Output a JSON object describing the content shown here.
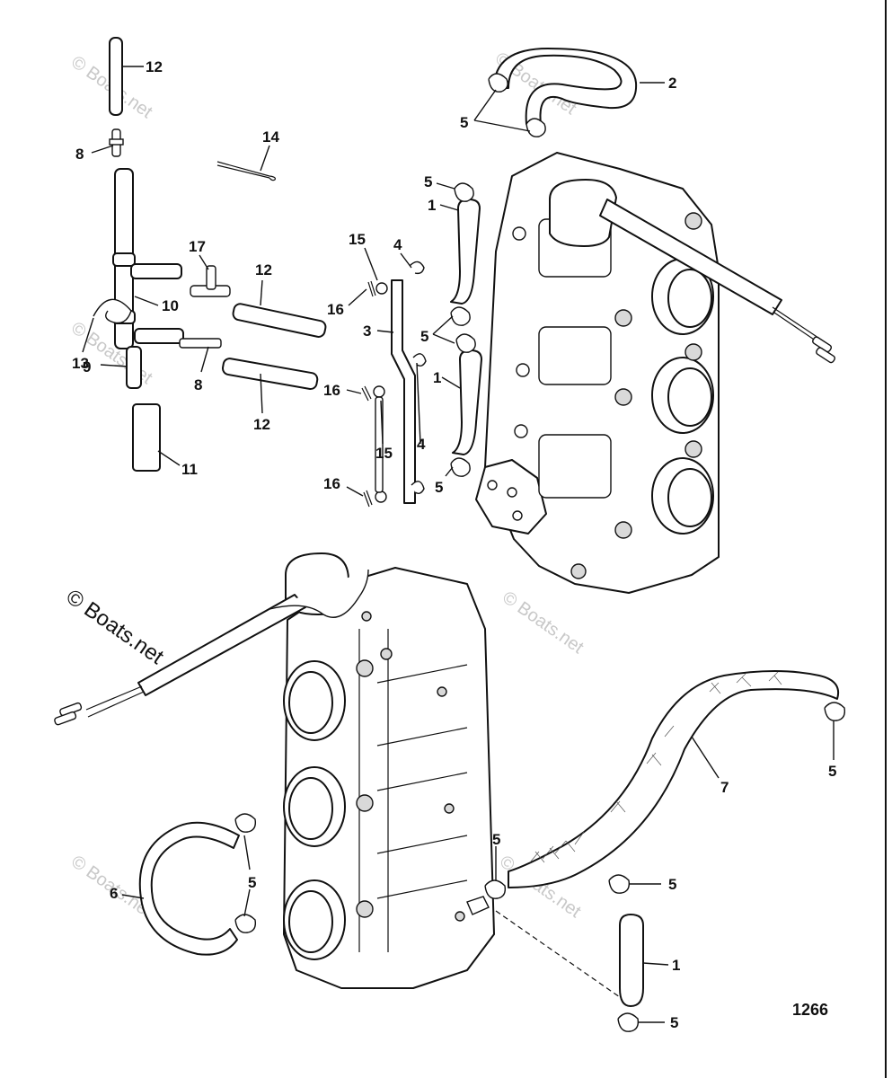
{
  "diagram": {
    "drawing_number": "1266",
    "watermark": "© Boats.net",
    "callouts": [
      {
        "id": "c12a",
        "label": "12"
      },
      {
        "id": "c8a",
        "label": "8"
      },
      {
        "id": "c14",
        "label": "14"
      },
      {
        "id": "c17",
        "label": "17"
      },
      {
        "id": "c12b",
        "label": "12"
      },
      {
        "id": "c10",
        "label": "10"
      },
      {
        "id": "c13",
        "label": "13"
      },
      {
        "id": "c9",
        "label": "9"
      },
      {
        "id": "c8b",
        "label": "8"
      },
      {
        "id": "c12c",
        "label": "12"
      },
      {
        "id": "c11",
        "label": "11"
      },
      {
        "id": "c15a",
        "label": "15"
      },
      {
        "id": "c4a",
        "label": "4"
      },
      {
        "id": "c16a",
        "label": "16"
      },
      {
        "id": "c3",
        "label": "3"
      },
      {
        "id": "c16b",
        "label": "16"
      },
      {
        "id": "c15b",
        "label": "15"
      },
      {
        "id": "c4b",
        "label": "4"
      },
      {
        "id": "c16c",
        "label": "16"
      },
      {
        "id": "c2",
        "label": "2"
      },
      {
        "id": "c5a",
        "label": "5"
      },
      {
        "id": "c5b",
        "label": "5"
      },
      {
        "id": "c1a",
        "label": "1"
      },
      {
        "id": "c5c",
        "label": "5"
      },
      {
        "id": "c1b",
        "label": "1"
      },
      {
        "id": "c5d",
        "label": "5"
      },
      {
        "id": "c7",
        "label": "7"
      },
      {
        "id": "c5e",
        "label": "5"
      },
      {
        "id": "c5f",
        "label": "5"
      },
      {
        "id": "c6",
        "label": "6"
      },
      {
        "id": "c5g",
        "label": "5"
      },
      {
        "id": "c5h",
        "label": "5"
      },
      {
        "id": "c1c",
        "label": "1"
      },
      {
        "id": "c5i",
        "label": "5"
      }
    ]
  }
}
